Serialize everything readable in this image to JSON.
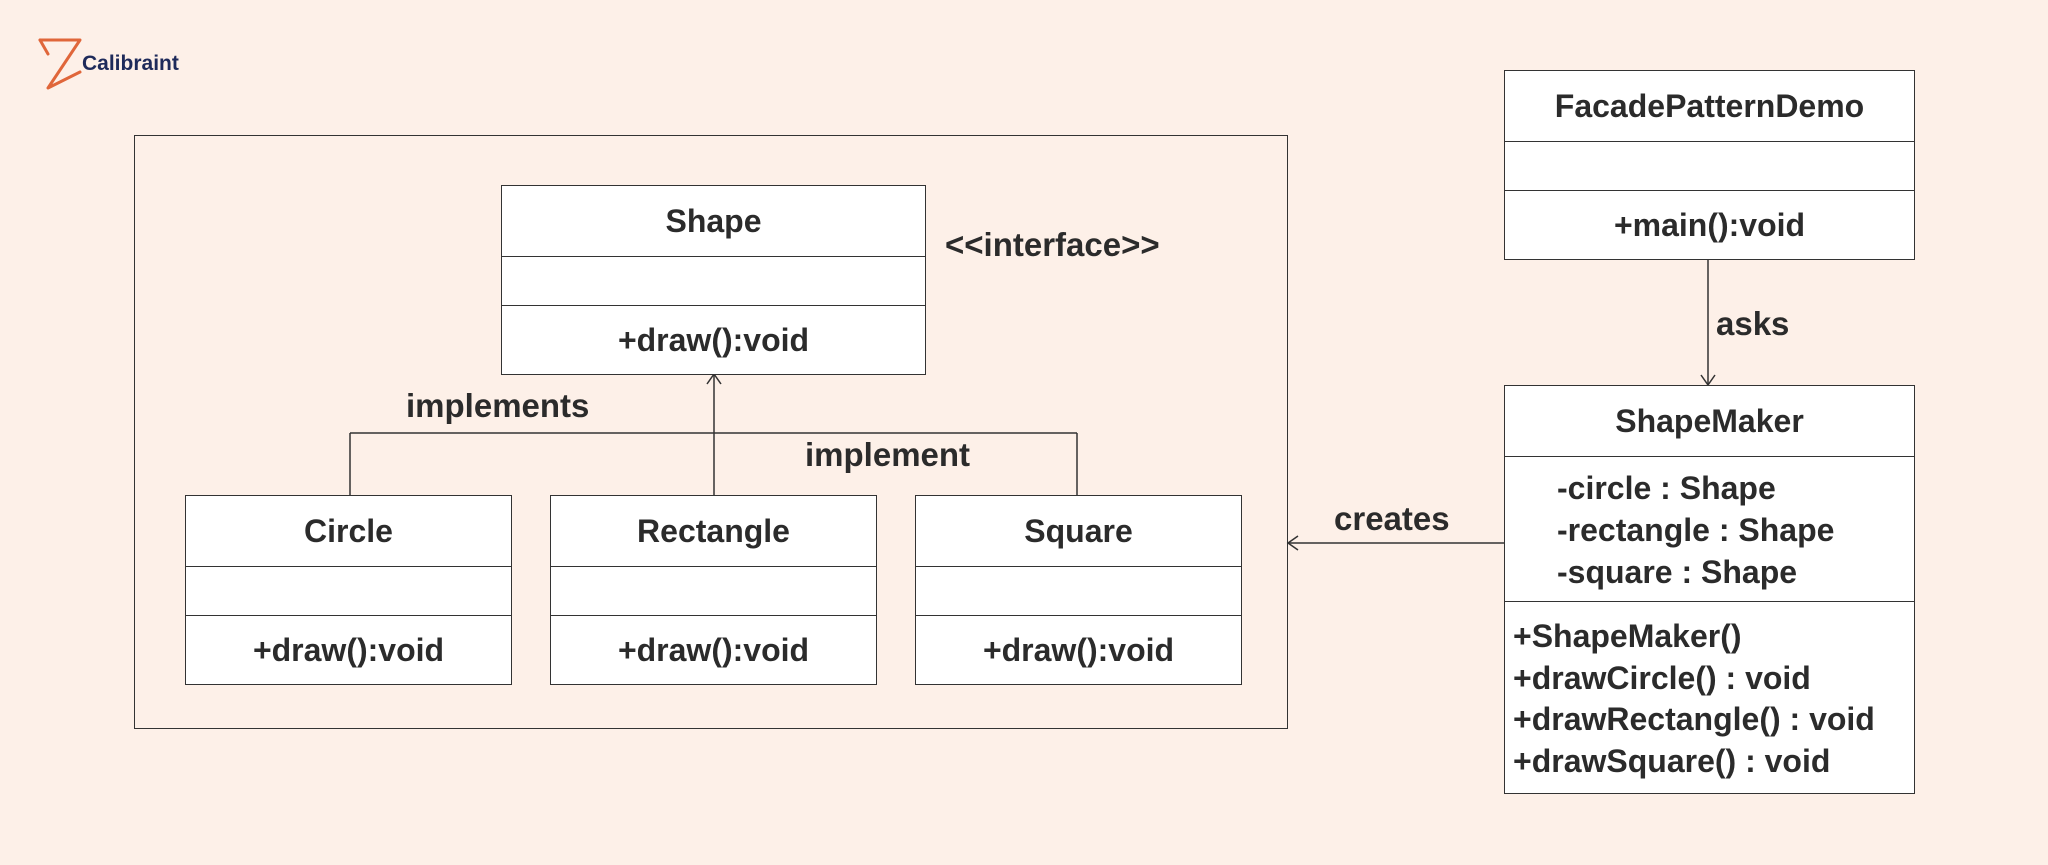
{
  "brand": {
    "name": "Calibraint",
    "logo_color": "#e0663a",
    "text_color": "#1e2a5a"
  },
  "colors": {
    "background": "#fdf0e8",
    "stroke": "#333333"
  },
  "classes": {
    "shape": {
      "name": "Shape",
      "ops": "+draw():void",
      "stereotype": "<<interface>>"
    },
    "circle": {
      "name": "Circle",
      "ops": "+draw():void"
    },
    "rectangle": {
      "name": "Rectangle",
      "ops": "+draw():void"
    },
    "square": {
      "name": "Square",
      "ops": "+draw():void"
    },
    "facade_demo": {
      "name": "FacadePatternDemo",
      "ops": "+main():void"
    },
    "shape_maker": {
      "name": "ShapeMaker",
      "attributes": [
        "-circle : Shape",
        "-rectangle : Shape",
        "-square : Shape"
      ],
      "operations": [
        "+ShapeMaker()",
        "+drawCircle() : void",
        "+drawRectangle() : void",
        "+drawSquare() : void"
      ]
    }
  },
  "relations": {
    "implements": "implements",
    "implement": "implement",
    "asks": "asks",
    "creates": "creates"
  }
}
